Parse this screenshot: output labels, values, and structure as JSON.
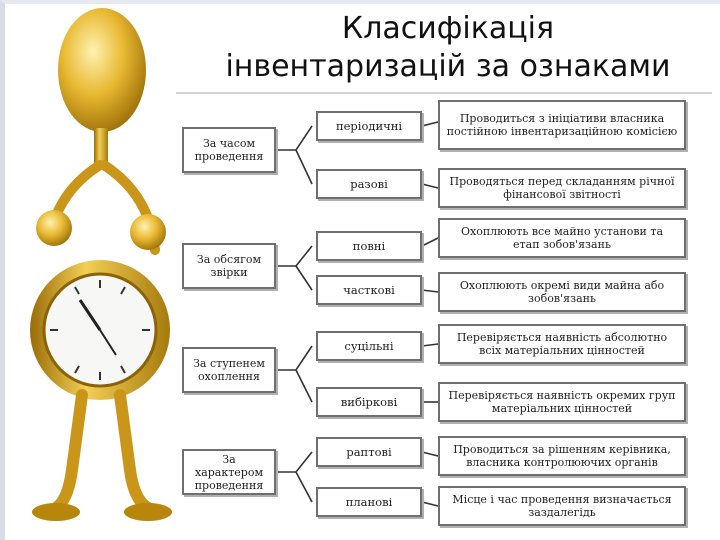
{
  "slide": {
    "title_line1": "Класифікація",
    "title_line2": "інвентаризацій за ознаками"
  },
  "diagram": {
    "categories": [
      "За часом проведення",
      "За обсягом звірки",
      "За ступенем охоплення",
      "За характером проведення"
    ],
    "types": [
      "періодичні",
      "разові",
      "повні",
      "часткові",
      "суцільні",
      "вибіркові",
      "раптові",
      "планові"
    ],
    "descriptions": [
      "Проводиться з ініціативи власника постійною інвентаризаційною комісією",
      "Проводяться перед складанням річної фінансової звітності",
      "Охоплюють все майно установи та етап зобов'язань",
      "Охоплюють окремі види майна або зобов'язань",
      "Перевіряється наявність абсолютно всіх матеріальних цінностей",
      "Перевіряється наявність окремих груп матеріальних цінностей",
      "Проводиться за рішенням керівника, власника контролюючих органів",
      "Місце і час проведення визначається заздалегідь"
    ]
  },
  "colors": {
    "gold": "#e8b830",
    "gold_dark": "#b8860b",
    "border": "#6f6f6f"
  },
  "illustration": {
    "icon": "golden-alarm-clock-figure-icon"
  }
}
